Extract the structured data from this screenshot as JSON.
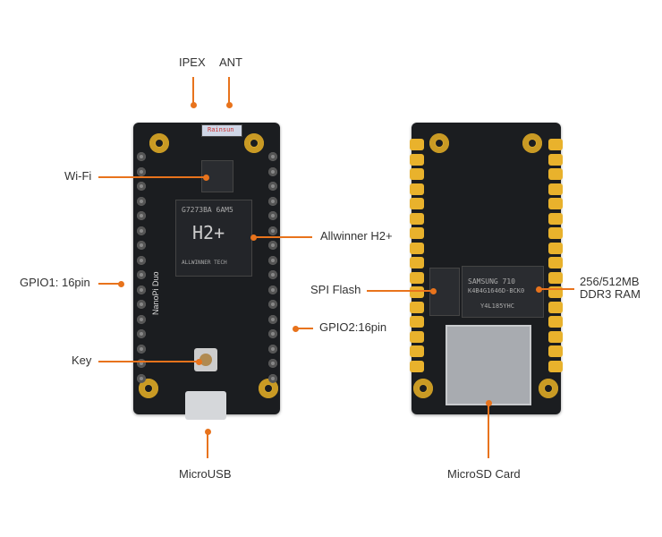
{
  "labels": {
    "ipex": "IPEX",
    "ant": "ANT",
    "wifi": "Wi-Fi",
    "gpio1": "GPIO1: 16pin",
    "key": "Key",
    "microusb": "MicroUSB",
    "soc": "Allwinner H2+",
    "gpio2": "GPIO2:16pin",
    "spi_flash": "SPI Flash",
    "microsd": "MicroSD Card",
    "ram_line1": "256/512MB",
    "ram_line2": "DDR3 RAM"
  },
  "chip_text": {
    "soc_brand": "H2+",
    "soc_code": "G7273BA 6AM5",
    "soc_vendor": "ALLWINNER TECH",
    "ram_brand": "SAMSUNG   710",
    "ram_part": "K4B4G1646D-BCK0",
    "ram_lot": "Y4L185YHC",
    "antenna": "Rainsun",
    "board_name": "NanoPi Duo"
  },
  "colors": {
    "accent": "#e8731c",
    "pcb": "#1b1d20",
    "gold": "#d9a82a"
  }
}
